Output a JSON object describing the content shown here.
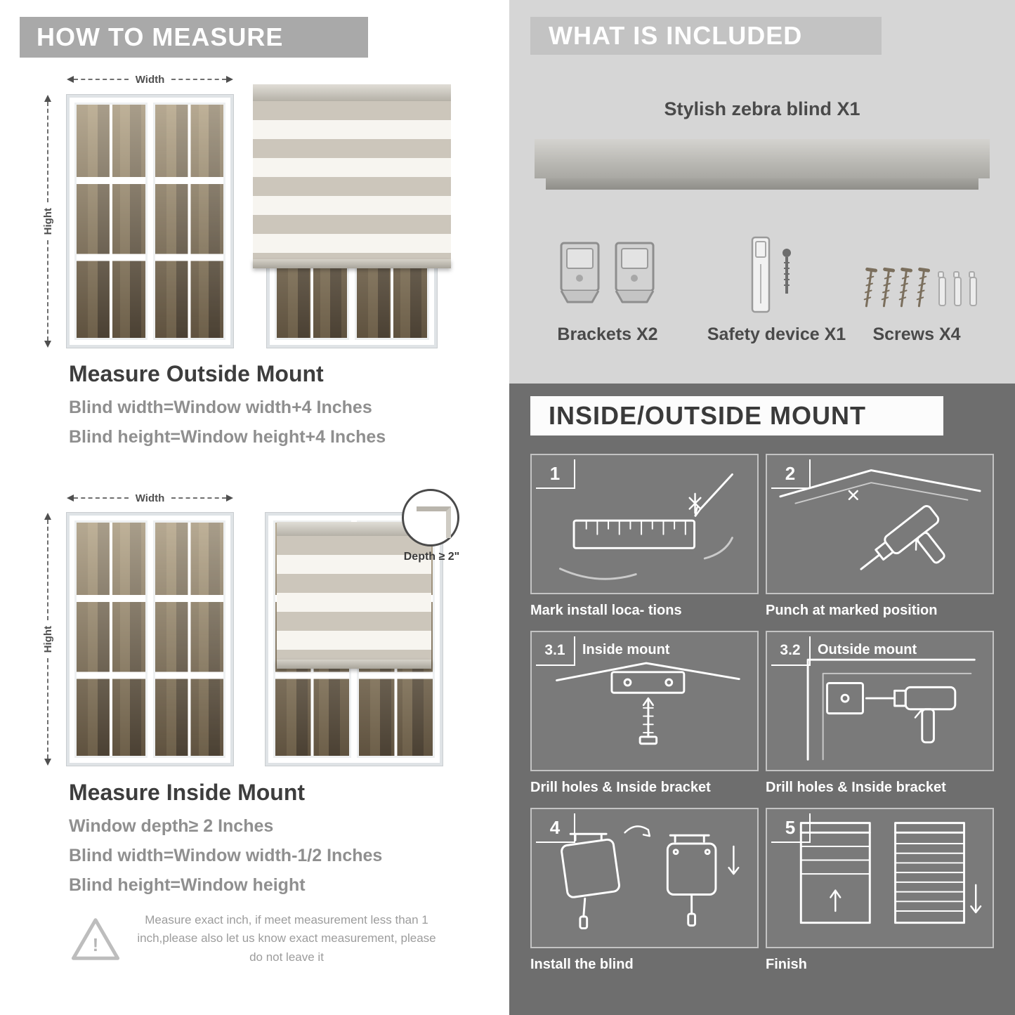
{
  "colors": {
    "banner_gray": "#a9a9a9",
    "included_bg": "#d6d6d6",
    "included_banner": "#c3c3c3",
    "dark_bg": "#6e6e6e"
  },
  "measure": {
    "banner": "HOW TO MEASURE",
    "labels": {
      "width": "Width",
      "height": "Hight",
      "depth": "Depth ≥ 2\"",
      "warning_mark": "!"
    },
    "outside": {
      "title": "Measure Outside Mount",
      "lines": [
        "Blind width=Window width+4 Inches",
        "Blind height=Window height+4 Inches"
      ]
    },
    "inside": {
      "title": "Measure Inside Mount",
      "lines": [
        "Window depth≥ 2 Inches",
        "Blind width=Window width-1/2 Inches",
        "Blind height=Window height"
      ]
    },
    "warning": "Measure exact inch, if meet measurement less than 1 inch,please also let us know exact measurement, please do not leave it"
  },
  "included": {
    "banner": "WHAT IS INCLUDED",
    "product": "Stylish zebra blind X1",
    "items": [
      {
        "name": "brackets-icon",
        "label": "Brackets X2"
      },
      {
        "name": "safety-device-icon",
        "label": "Safety device X1"
      },
      {
        "name": "screws-icon",
        "label": "Screws X4"
      }
    ]
  },
  "mount": {
    "banner": "INSIDE/OUTSIDE MOUNT",
    "steps": [
      {
        "num": "1",
        "caption": "Mark install loca- tions"
      },
      {
        "num": "2",
        "caption": "Punch at  marked position"
      },
      {
        "num": "3.1",
        "title": "Inside mount",
        "caption": "Drill holes &  Inside bracket"
      },
      {
        "num": "3.2",
        "title": "Outside mount",
        "caption": "Drill holes &  Inside bracket"
      },
      {
        "num": "4",
        "caption": "Install the blind"
      },
      {
        "num": "5",
        "caption": "Finish"
      }
    ]
  }
}
